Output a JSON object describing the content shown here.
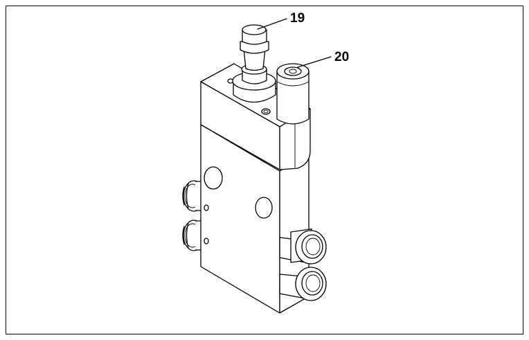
{
  "figure": {
    "callouts": [
      {
        "number": "19",
        "part": "upper-barb-fitting"
      },
      {
        "number": "20",
        "part": "upper-push-fitting"
      }
    ]
  }
}
